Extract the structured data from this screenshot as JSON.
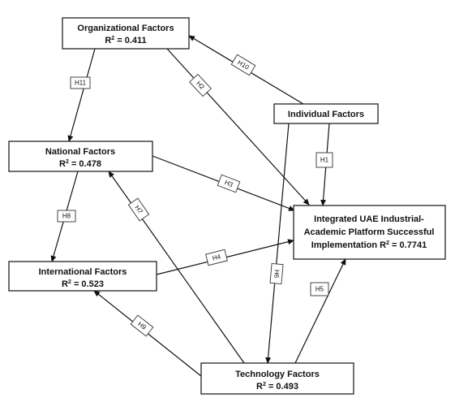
{
  "nodes": {
    "organizational": {
      "title": "Organizational Factors",
      "r2_prefix": "R",
      "r2_sup": "2",
      "r2_value": " = 0.411"
    },
    "individual": {
      "title": "Individual Factors"
    },
    "national": {
      "title": "National Factors",
      "r2_prefix": "R",
      "r2_sup": "2",
      "r2_value": " = 0.478"
    },
    "international": {
      "title": "International Factors",
      "r2_prefix": "R",
      "r2_sup": "2",
      "r2_value": " = 0.523"
    },
    "integrated": {
      "title_line1": "Integrated UAE Industrial-",
      "title_line2": "Academic Platform Successful",
      "title_line3_prefix": "Implementation R",
      "r2_sup": "2",
      "r2_value": " = 0.7741"
    },
    "technology": {
      "title": "Technology Factors",
      "r2_prefix": "R",
      "r2_sup": "2",
      "r2_value": " = 0.493"
    }
  },
  "hypotheses": {
    "h1": "H1",
    "h2": "H2",
    "h3": "H3",
    "h4": "H4",
    "h5": "H5",
    "h6": "H6",
    "h7": "H7",
    "h8": "H8",
    "h9": "H9",
    "h10": "H10",
    "h11": "H11"
  },
  "colors": {
    "line": "#111111",
    "box_border": "#222222",
    "background": "#ffffff"
  }
}
